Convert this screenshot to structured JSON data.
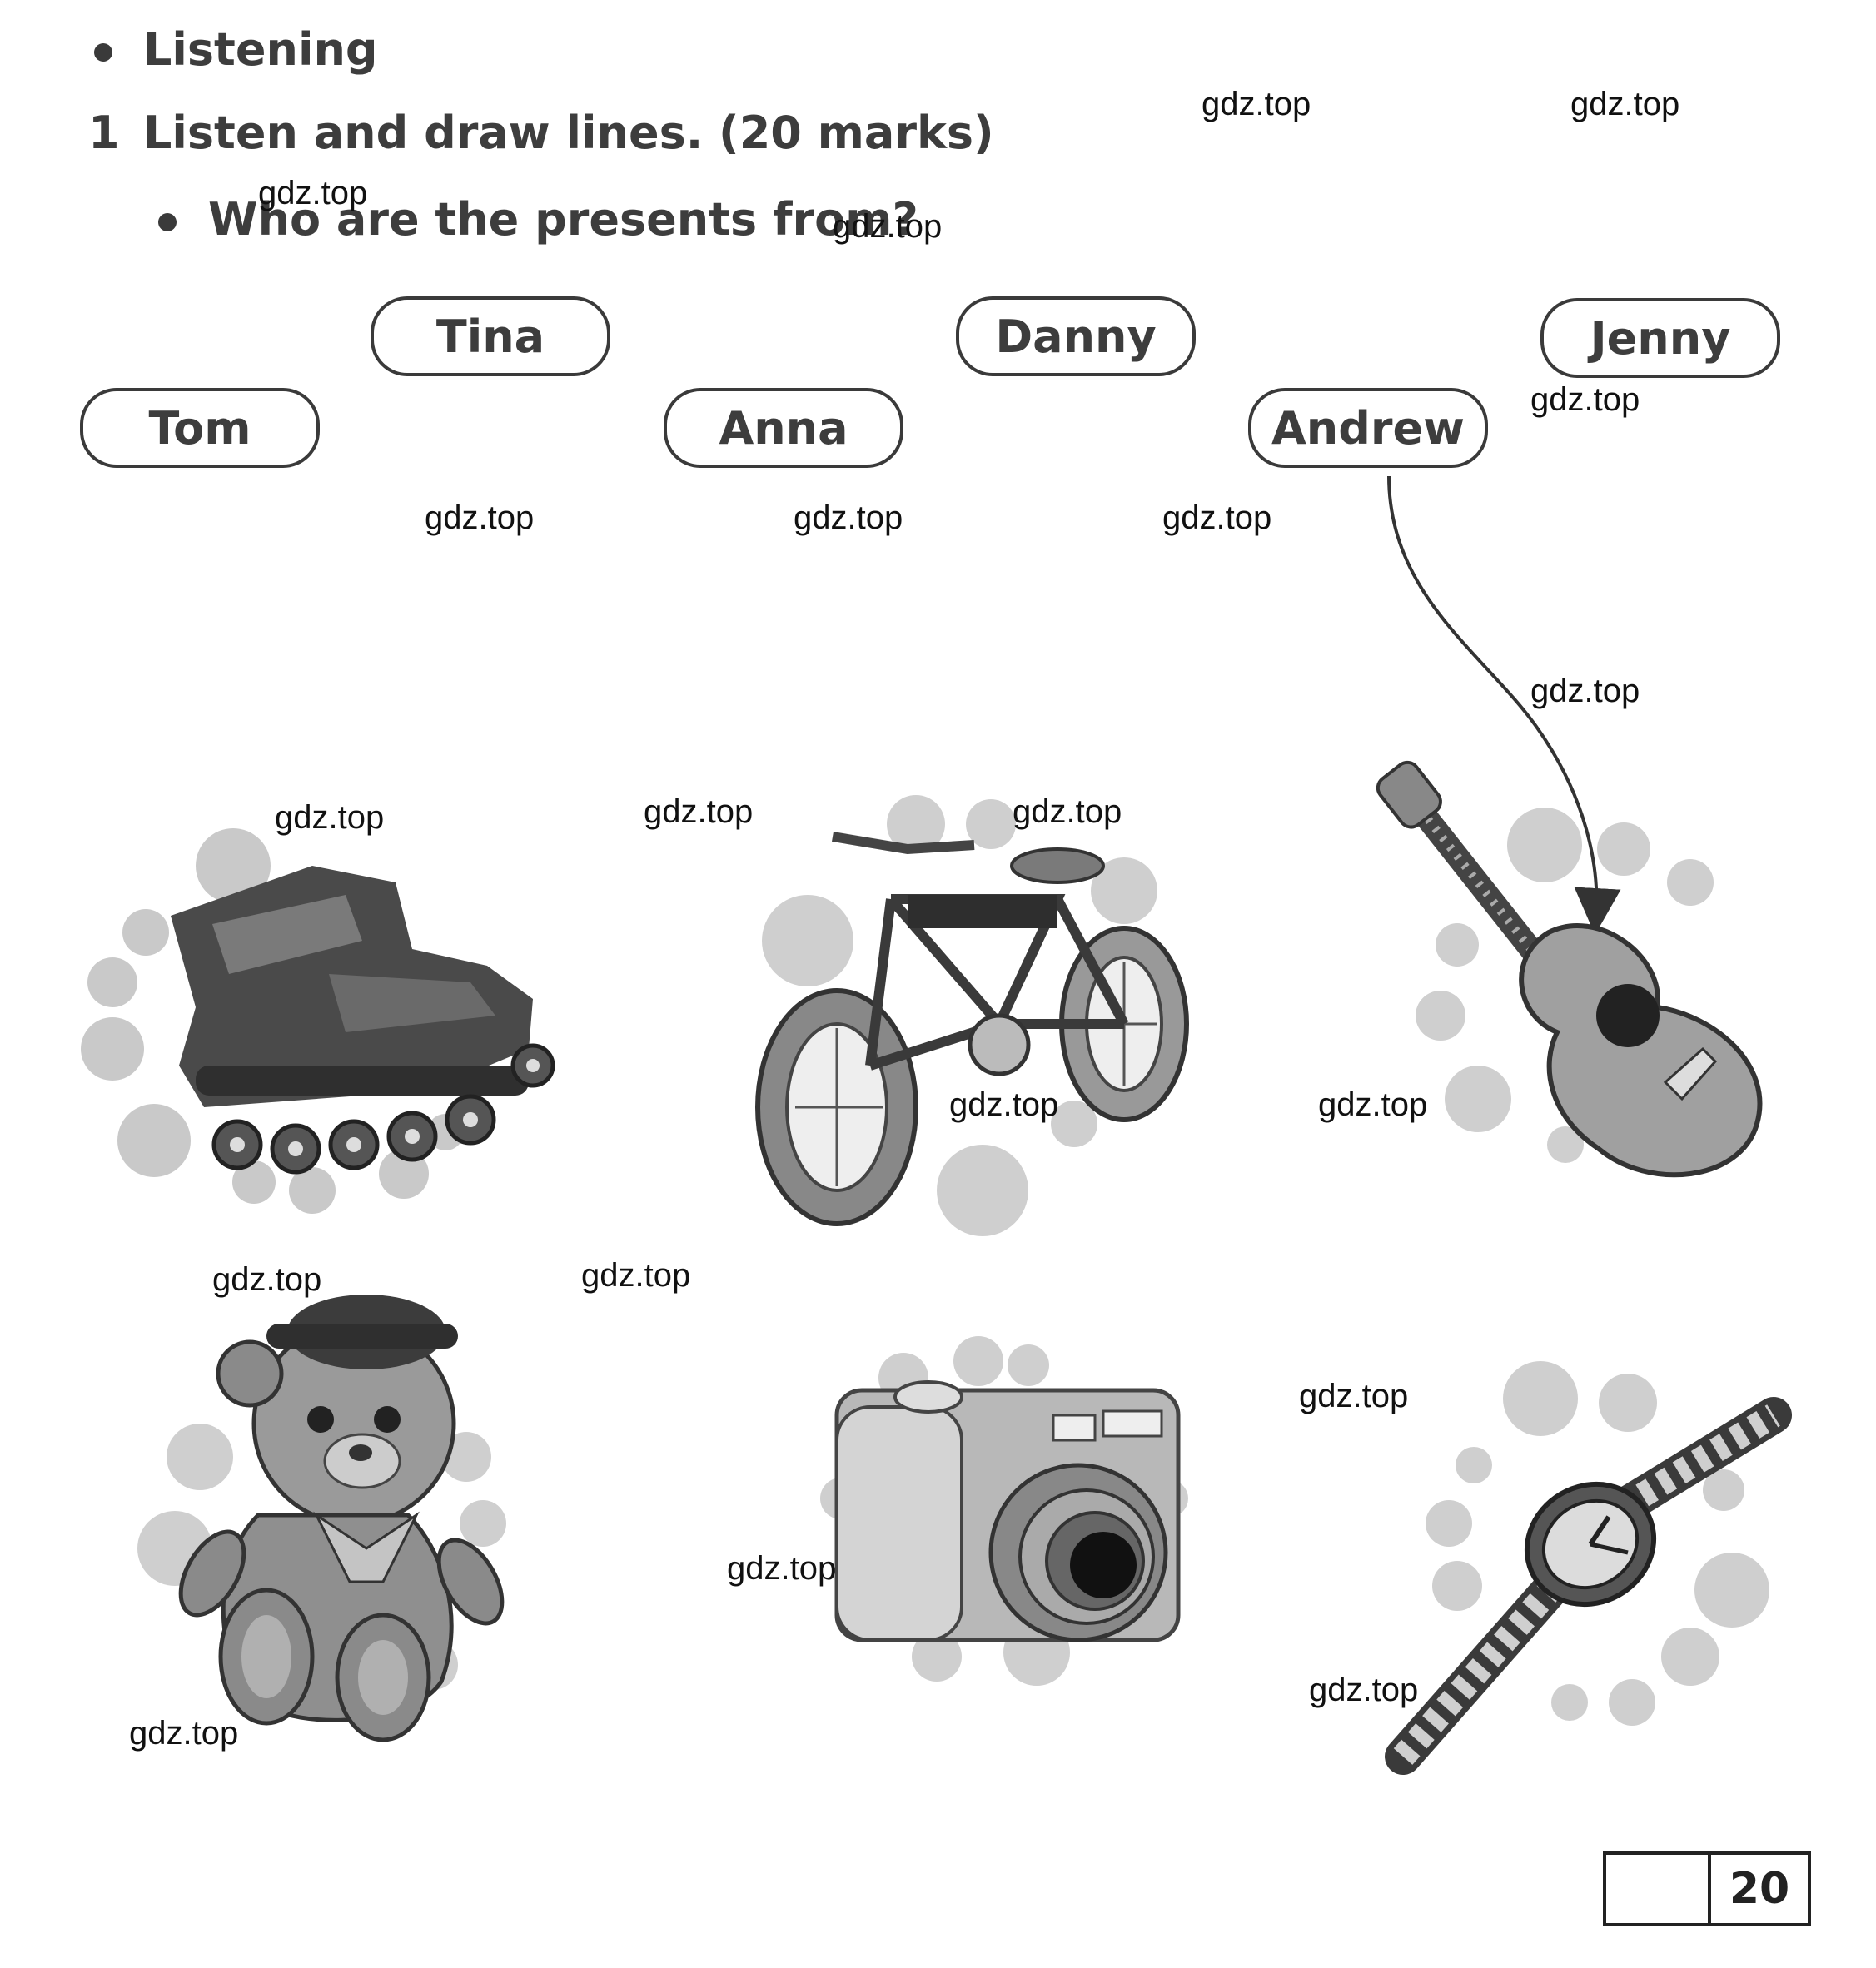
{
  "section": {
    "bullet_title": "Listening"
  },
  "exercise": {
    "number": "1",
    "instruction": "Listen and draw lines. (20 marks)"
  },
  "question": {
    "text": "Who are the presents from?"
  },
  "names": {
    "tina": "Tina",
    "danny": "Danny",
    "jenny": "Jenny",
    "tom": "Tom",
    "anna": "Anna",
    "andrew": "Andrew"
  },
  "watermark": "gdz.top",
  "score": {
    "value": "20"
  },
  "pictures": [
    "roller-skates",
    "bicycle",
    "guitar",
    "teddy-bear",
    "camera",
    "watch"
  ]
}
